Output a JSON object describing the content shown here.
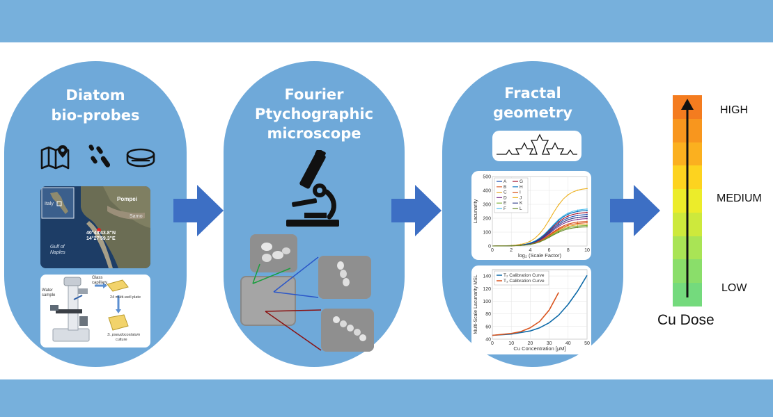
{
  "steps": [
    {
      "title_lines": [
        "Diatom",
        "bio-probes"
      ]
    },
    {
      "title_lines": [
        "Fourier",
        "Ptychographic",
        "microscope"
      ]
    },
    {
      "title_lines": [
        "Fractal",
        "geometry"
      ]
    }
  ],
  "map_photo": {
    "place": "Pompei",
    "place2": "Sarno",
    "coordinates": [
      "40°43'43.8\"N",
      "14°27'59.3\"E"
    ],
    "gulf": [
      "Gulf of",
      "Naples"
    ],
    "inset": "Italy"
  },
  "lab_photo": {
    "water_sample": [
      "Water",
      "sample"
    ],
    "glass_capillary": [
      "Glass",
      "capillary"
    ],
    "plate": "24 multi-well plate",
    "culture": [
      "S. pseudocostatum",
      "culture"
    ]
  },
  "chart_data": [
    {
      "type": "line",
      "xlabel": "log₂ (Scale Factor)",
      "ylabel": "Lacunarity",
      "xlim": [
        0,
        10
      ],
      "ylim": [
        0,
        500
      ],
      "xticks": [
        "0",
        "2",
        "4",
        "6",
        "8",
        "10"
      ],
      "yticks": [
        "0",
        "100",
        "200",
        "300",
        "400",
        "500"
      ],
      "legend_columns": [
        [
          "A",
          "B",
          "C",
          "D",
          "E",
          "F"
        ],
        [
          "G",
          "H",
          "I",
          "J",
          "K",
          "L"
        ]
      ],
      "series": [
        {
          "name": "A",
          "color": "#1f4fb0",
          "final": 230
        },
        {
          "name": "B",
          "color": "#d9541e",
          "final": 180
        },
        {
          "name": "C",
          "color": "#e6a92a",
          "final": 160
        },
        {
          "name": "D",
          "color": "#7b2f8e",
          "final": 200
        },
        {
          "name": "E",
          "color": "#77ac30",
          "final": 150
        },
        {
          "name": "F",
          "color": "#4dbeee",
          "final": 270
        },
        {
          "name": "G",
          "color": "#a2142f",
          "final": 245
        },
        {
          "name": "H",
          "color": "#0072bd",
          "final": 260
        },
        {
          "name": "I",
          "color": "#d95319",
          "final": 170
        },
        {
          "name": "J",
          "color": "#edb120",
          "final": 420
        },
        {
          "name": "K",
          "color": "#2e3a87",
          "final": 215
        },
        {
          "name": "L",
          "color": "#6a8a2a",
          "final": 140
        }
      ]
    },
    {
      "type": "line",
      "xlabel": "Cu Concentration [μM]",
      "ylabel": "Multi-Scale Lacunarity MSL",
      "xlim": [
        0,
        50
      ],
      "ylim": [
        40,
        150
      ],
      "xticks": [
        "0",
        "10",
        "20",
        "30",
        "40",
        "50"
      ],
      "yticks": [
        "40",
        "60",
        "80",
        "100",
        "120",
        "140"
      ],
      "series": [
        {
          "name": "T₂ Calibration Curve",
          "color": "#0e6aa8",
          "x": [
            0,
            10,
            20,
            25,
            30,
            35,
            40,
            45,
            50
          ],
          "y": [
            46,
            48,
            53,
            58,
            66,
            78,
            95,
            116,
            141
          ]
        },
        {
          "name": "T₃ Calibration Curve",
          "color": "#d9541e",
          "x": [
            0,
            10,
            15,
            20,
            25,
            30,
            35
          ],
          "y": [
            46,
            49,
            52,
            58,
            68,
            86,
            114
          ]
        }
      ]
    }
  ],
  "dose": {
    "labels": [
      "HIGH",
      "MEDIUM",
      "LOW"
    ],
    "title": "Cu Dose",
    "colors": [
      "#f47c1f",
      "#f8961e",
      "#fbb01f",
      "#fdd31f",
      "#ecec2a",
      "#cde93c",
      "#a9e455",
      "#8ade6a",
      "#74da7d"
    ]
  }
}
